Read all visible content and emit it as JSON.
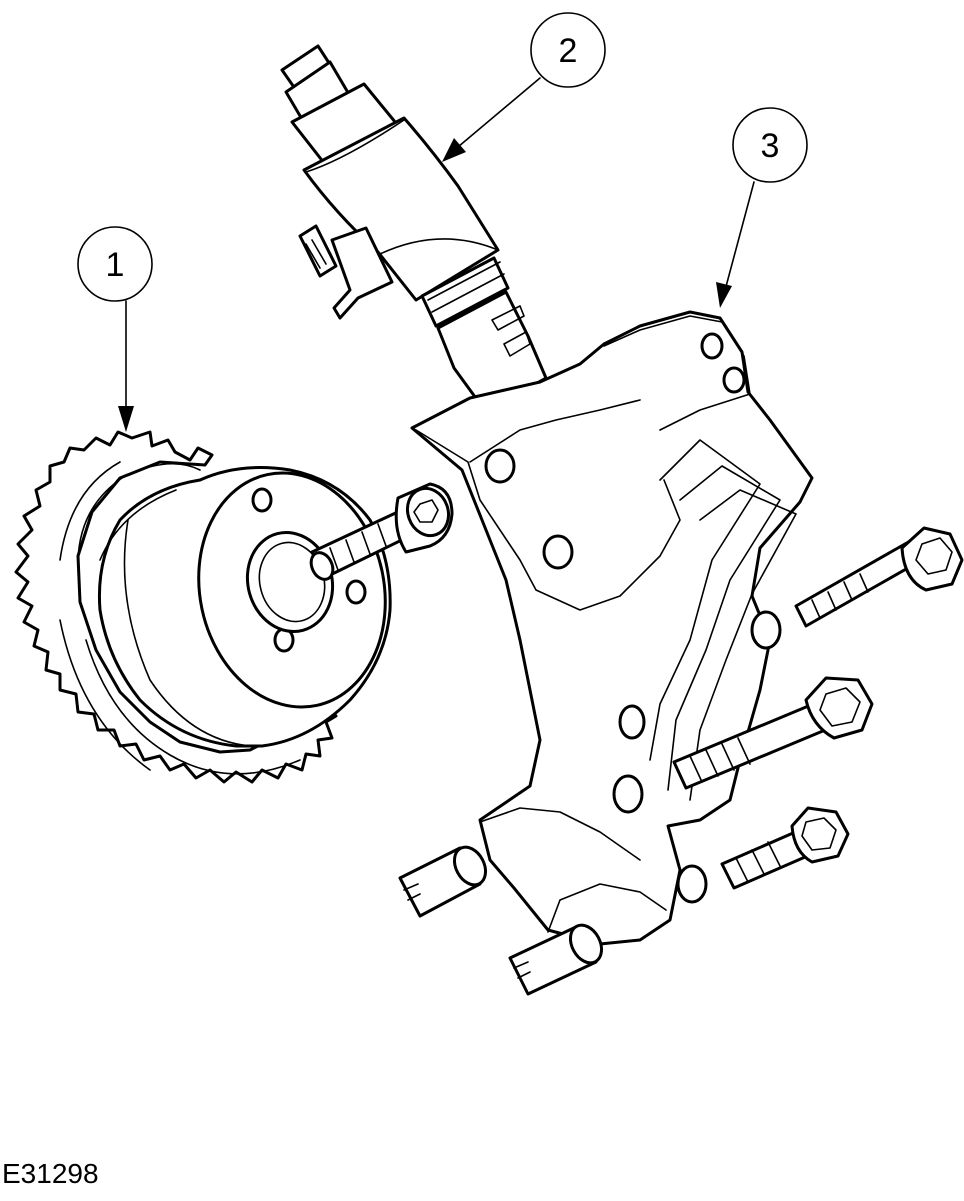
{
  "callouts": [
    {
      "id": "1",
      "label": "1"
    },
    {
      "id": "2",
      "label": "2"
    },
    {
      "id": "3",
      "label": "3"
    }
  ],
  "figure_id": "E31298",
  "colors": {
    "ink": "#000000",
    "paper": "#ffffff"
  }
}
